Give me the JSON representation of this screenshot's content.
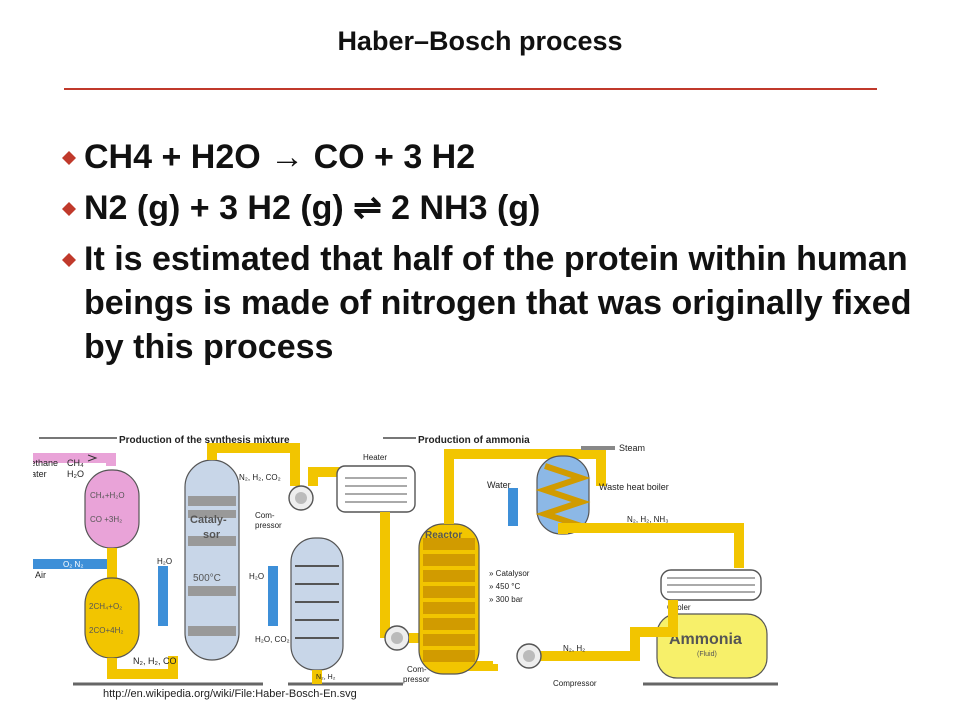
{
  "title": "Haber–Bosch process",
  "bullets": [
    "CH4 + H2O → CO + 3 H2",
    "N2 (g) + 3 H2 (g) ⇌ 2 NH3 (g)",
    "It is estimated that half of the protein within human beings is made of nitrogen that was originally fixed by this process"
  ],
  "bullet_icon": "diamond-icon",
  "colors": {
    "accent": "#c0392b",
    "bullet": "#c0392b",
    "pipe_yellow": "#f2c500",
    "pipe_blue": "#3d8fd8",
    "pipe_pink": "#e9a3d8"
  },
  "diagram": {
    "heading_left": "Production of the synthesis mixture",
    "heading_right": "Production of ammonia",
    "methane": "Methane",
    "ch4": "CH₄",
    "water_left": "Water",
    "h2o_in": "H₂O",
    "reaction1a": "CH₄+H₂O",
    "reaction1b": "CO +3H₂",
    "o2n2": "O₂ N₂",
    "air": "Air",
    "reaction2a": "2CH₄+O₂",
    "reaction2b": "2CO+4H₂",
    "h2o_mid": "H₂O",
    "catalysor_a": "Cataly-",
    "catalysor_b": "sor",
    "temp": "500°C",
    "n2h2co_bottom": "N₂, H₂, CO",
    "n2h2co2_top": "N₂, H₂, CO₂",
    "compressor1a": "Com-",
    "compressor1b": "pressor",
    "h2o_right": "H₂O",
    "h2oco2": "H₂O, CO₂",
    "heater": "Heater",
    "n2h2_bottom": "N₂, H₂",
    "reactor": "Reactor",
    "catalysor_note": "» Catalysor",
    "temp_note": "» 450 °C",
    "pressure_note": "» 300 bar",
    "compressor2a": "Com-",
    "compressor2b": "pressor",
    "steam": "Steam",
    "water_right": "Water",
    "waste_heat": "Waste heat boiler",
    "n2h2nh3": "N₂, H₂, NH₃",
    "cooler": "Cooler",
    "n2h2_return": "N₂, H₂",
    "compressor3": "Compressor",
    "ammonia": "Ammonia",
    "fluid": "(Fluid)"
  },
  "credit": "http://en.wikipedia.org/wiki/File:Haber-Bosch-En.svg"
}
